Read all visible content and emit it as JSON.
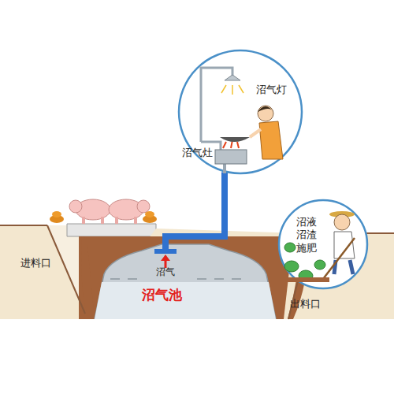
{
  "diagram": {
    "nodes": [
      {
        "text": [
          "沼气灯",
          "沼气灶"
        ]
      },
      {
        "text": [
          "沼液 沼渣 施肥"
        ]
      },
      {
        "text": [
          "沼气",
          "沼气池"
        ]
      }
    ],
    "edges": [
      {
        "from": 2,
        "to": 0,
        "arrow": "none"
      }
    ],
    "labels": [
      "进料口",
      "出料口"
    ]
  }
}
